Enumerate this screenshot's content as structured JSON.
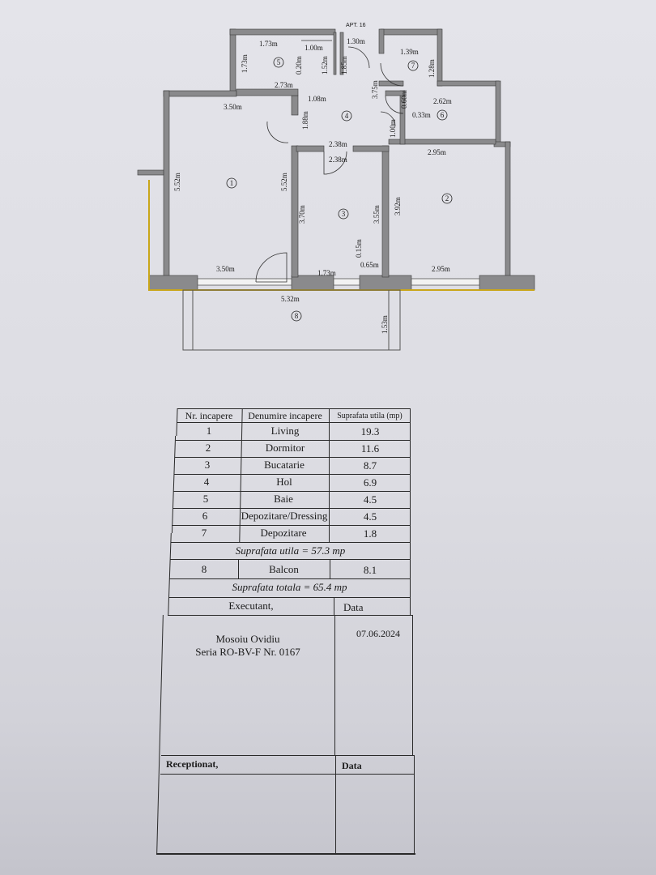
{
  "floor_plan": {
    "apartment_label": "APT. 16",
    "dimensions": {
      "d_173_top": "1.73m",
      "d_100": "1.00m",
      "d_130": "1.30m",
      "d_139": "1.39m",
      "d_173_vert": "1.73m",
      "d_020": "0.20m",
      "d_152": "1.52m",
      "d_185": "1.85m",
      "d_128": "1.28m",
      "d_273": "2.73m",
      "d_108": "1.08m",
      "d_375": "3.75m",
      "d_060": "0.60m",
      "d_262": "2.62m",
      "d_350_top": "3.50m",
      "d_188": "1.88m",
      "d_033": "0.33m",
      "d_100_b": "1.00m",
      "d_238_a": "2.38m",
      "d_238_b": "2.38m",
      "d_295_top": "2.95m",
      "d_552_left": "5.52m",
      "d_552_mid": "5.52m",
      "d_370": "3.70m",
      "d_355": "3.55m",
      "d_392": "3.92m",
      "d_015": "0.15m",
      "d_350_bottom": "3.50m",
      "d_173_bottom": "1.73m",
      "d_065": "0.65m",
      "d_295_bottom": "2.95m",
      "d_532": "5.32m",
      "d_153": "1.53m"
    },
    "room_numbers": [
      "1",
      "2",
      "3",
      "4",
      "5",
      "6",
      "7",
      "8"
    ]
  },
  "table": {
    "headers": [
      "Nr. incapere",
      "Denumire incapere",
      "Suprafata utila (mp)"
    ],
    "rows": [
      [
        "1",
        "Living",
        "19.3"
      ],
      [
        "2",
        "Dormitor",
        "11.6"
      ],
      [
        "3",
        "Bucatarie",
        "8.7"
      ],
      [
        "4",
        "Hol",
        "6.9"
      ],
      [
        "5",
        "Baie",
        "4.5"
      ],
      [
        "6",
        "Depozitare/Dressing",
        "4.5"
      ],
      [
        "7",
        "Depozitare",
        "1.8"
      ]
    ],
    "useful_total": "Suprafata utila = 57.3 mp",
    "balcony_row": [
      "8",
      "Balcon",
      "8.1"
    ],
    "grand_total": "Suprafata totala = 65.4 mp"
  },
  "signature": {
    "executant_label": "Executant,",
    "data_label": "Data",
    "executant_name": "Mosoiu Ovidiu",
    "executant_series": "Seria RO-BV-F Nr. 0167",
    "date": "07.06.2024",
    "receptionat_label": "Receptionat,",
    "data_label_2": "Data"
  }
}
